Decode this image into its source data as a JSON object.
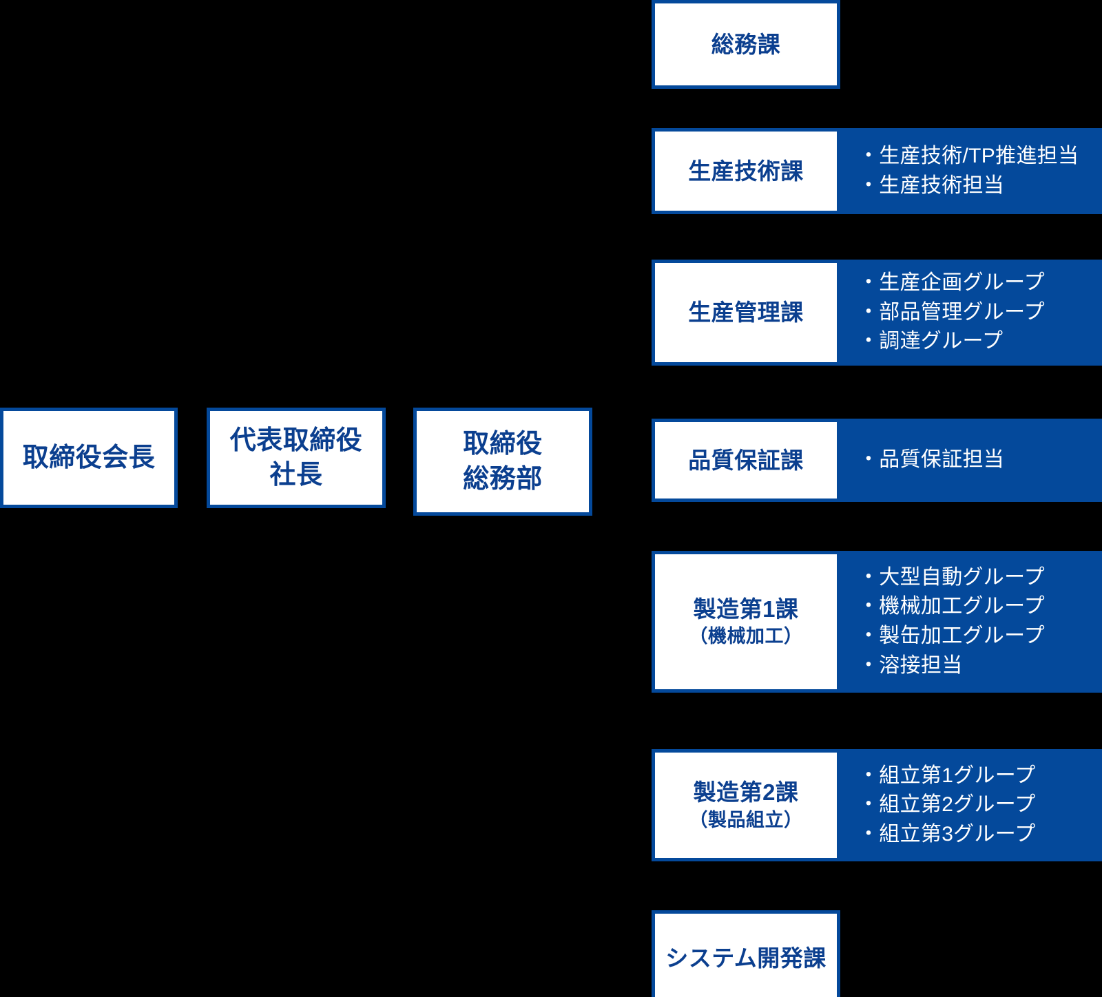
{
  "colors": {
    "background": "#000000",
    "box_border": "#04499b",
    "box_fill": "#ffffff",
    "box_text": "#0b3f8f",
    "panel_fill": "#04499b",
    "panel_text": "#ffffff"
  },
  "executives": [
    {
      "line1": "取締役会長",
      "line2": ""
    },
    {
      "line1": "代表取締役",
      "line2": "社長"
    },
    {
      "line1": "取締役",
      "line2": "総務部"
    }
  ],
  "departments": [
    {
      "name": "総務課",
      "sub": "",
      "items": []
    },
    {
      "name": "生産技術課",
      "sub": "",
      "items": [
        "・生産技術/TP推進担当",
        "・生産技術担当"
      ]
    },
    {
      "name": "生産管理課",
      "sub": "",
      "items": [
        "・生産企画グループ",
        "・部品管理グループ",
        "・調達グループ"
      ]
    },
    {
      "name": "品質保証課",
      "sub": "",
      "items": [
        "・品質保証担当"
      ]
    },
    {
      "name": "製造第1課",
      "sub": "（機械加工）",
      "items": [
        "・大型自動グループ",
        "・機械加工グループ",
        "・製缶加工グループ",
        "・溶接担当"
      ]
    },
    {
      "name": "製造第2課",
      "sub": "（製品組立）",
      "items": [
        "・組立第1グループ",
        "・組立第2グループ",
        "・組立第3グループ"
      ]
    },
    {
      "name": "システム開発課",
      "sub": "",
      "items": []
    }
  ]
}
